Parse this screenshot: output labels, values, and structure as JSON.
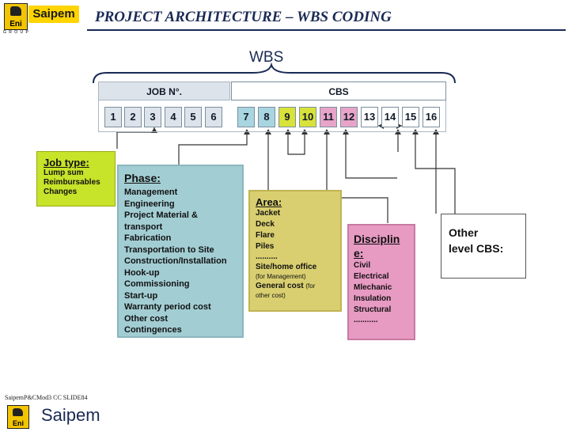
{
  "header": {
    "title": "PROJECT ARCHITECTURE – WBS CODING",
    "eni_logo_text": "Eni",
    "saipem_logo_text": "Saipem",
    "group_text": "G R O U P"
  },
  "wbs_label": "WBS",
  "job_label": "JOB N°.",
  "cbs_label": "CBS",
  "code_positions": [
    "1",
    "2",
    "3",
    "4",
    "5",
    "6",
    "7",
    "8",
    "9",
    "10",
    "11",
    "12",
    "13",
    "14",
    "15",
    "16"
  ],
  "boxes": {
    "job_type": {
      "title": "Job type:",
      "items": [
        "Lump sum",
        "Reimbursables",
        "Changes"
      ]
    },
    "phase": {
      "title": "Phase:",
      "items": [
        "Management",
        "Engineering",
        "Project Material &",
        "transport",
        "Fabrication",
        "Transportation to Site",
        "Construction/Installation",
        "Hook-up",
        "Commissioning",
        "Start-up",
        "Warranty period cost",
        "Other cost",
        "Contingences"
      ]
    },
    "area": {
      "title": "Area:",
      "items": [
        "Jacket",
        "Deck",
        "Flare",
        "Piles",
        "..........",
        "Site/home office"
      ],
      "note1": "(for Management)",
      "general_cost": "General cost",
      "general_cost_note": "(for",
      "note2": "other cost)"
    },
    "discipline": {
      "title_line1": "Disciplin",
      "title_line2": "e:",
      "items": [
        "Civil",
        "Electrical",
        "Mlechanic",
        "Insulation",
        "Structural",
        "..........."
      ]
    },
    "other": {
      "line1": "Other",
      "line2": "level CBS:"
    }
  },
  "colors": {
    "title": "#1a2a55",
    "job_type_fill": "#c7e32a",
    "phase_fill": "#a2cdd3",
    "area_fill": "#d9cf70",
    "discipline_fill": "#e79ac2",
    "cell_cyan": "#a8d5df",
    "cell_yellow": "#d8e23a",
    "cell_pink": "#e7a4c8",
    "cell_grey": "#dde3ea"
  },
  "footer": {
    "slide_id": "SaipemP&CMod3 CC SLIDE84",
    "brand": "Saipem"
  }
}
